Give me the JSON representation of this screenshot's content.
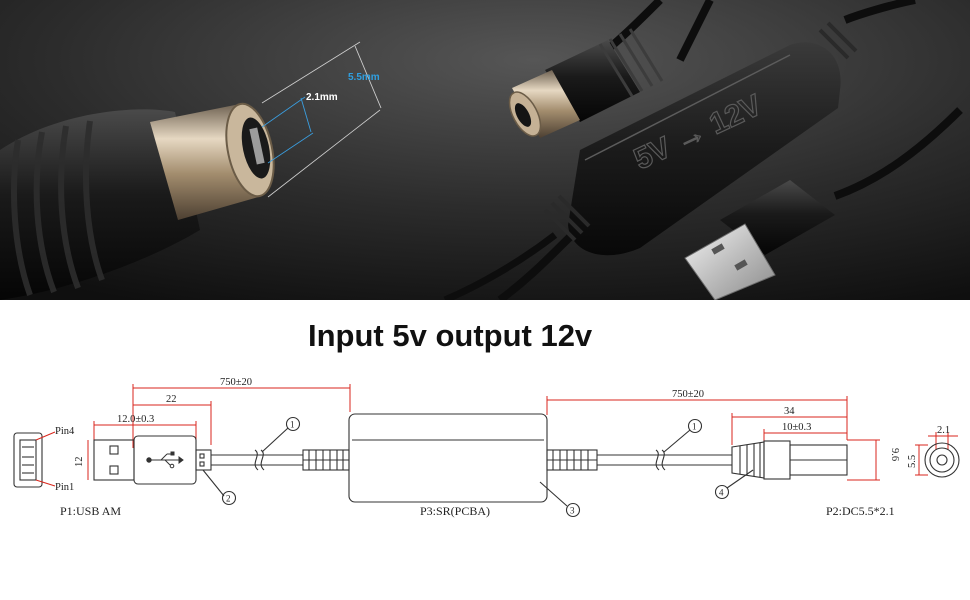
{
  "photo": {
    "dim_outer": "5.5mm",
    "dim_inner": "2.1mm",
    "box_label": "5V → 12V",
    "colors": {
      "background": "#262626",
      "cable": "#111111",
      "metal": "#b9a487",
      "dim_accent": "#2f9fe0"
    }
  },
  "headline": "Input 5v output 12v",
  "diagram": {
    "dims": {
      "left_cable": "750±20",
      "right_cable": "750±20",
      "usb_overall": "22",
      "usb_plug": "12.0±0.3",
      "usb_height": "12",
      "dc_overall": "34",
      "dc_barrel": "10±0.3",
      "dc_outer_dia": "9.6",
      "dc_barrel_dia": "5.5",
      "dc_pin_dia": "2.1"
    },
    "pins": {
      "top": "Pin4",
      "bottom": "Pin1"
    },
    "callouts": [
      "1",
      "2",
      "3",
      "4"
    ],
    "part_labels": {
      "p1": "P1:USB AM",
      "p3": "P3:SR(PCBA)",
      "p2": "P2:DC5.5*2.1"
    },
    "colors": {
      "dimension_line": "#d9261c",
      "ink": "#333333"
    }
  }
}
